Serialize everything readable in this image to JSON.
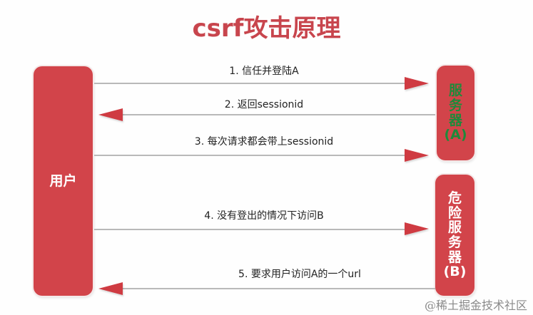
{
  "title": "csrf攻击原理",
  "colors": {
    "title": "#c8454d",
    "box": "#d2444a",
    "box_text": "#ffffff",
    "server_a_text": "#1e8a3a",
    "arrow": "#cf3b42",
    "line": "#b9b9b9",
    "watermark": "#8a8a8a"
  },
  "actors": {
    "user": {
      "label": "用户"
    },
    "server_a": {
      "chars": [
        "服",
        "务",
        "器",
        "(A)"
      ],
      "label": "服务器(A)"
    },
    "server_b": {
      "chars": [
        "危",
        "险",
        "服",
        "务",
        "器",
        "(B)"
      ],
      "label": "危险服务器(B)"
    }
  },
  "messages": [
    {
      "step": 1,
      "label": "1. 信任并登陆A",
      "direction": "user-to-server-a"
    },
    {
      "step": 2,
      "label": "2. 返回sessionid",
      "direction": "server-a-to-user"
    },
    {
      "step": 3,
      "label": "3. 每次请求都会带上sessionid",
      "direction": "user-to-server-a"
    },
    {
      "step": 4,
      "label": "4. 没有登出的情况下访问B",
      "direction": "user-to-server-b"
    },
    {
      "step": 5,
      "label": "5. 要求用户访问A的一个url",
      "direction": "server-b-to-user"
    }
  ],
  "watermark": "@稀土掘金技术社区"
}
